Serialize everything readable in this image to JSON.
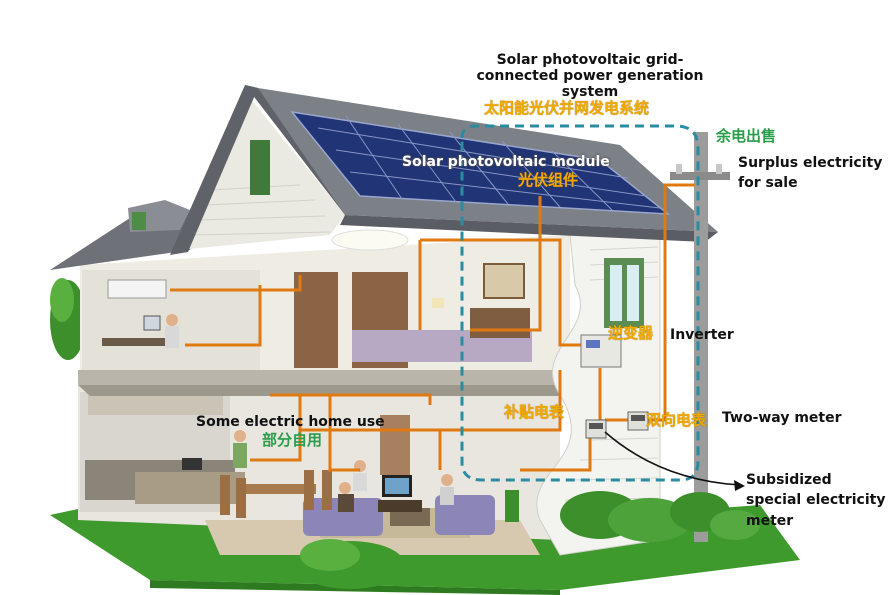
{
  "labels": {
    "system_title_en": "Solar photovoltaic grid-connected power generation system",
    "system_title_zh": "太阳能光伏并网发电系统",
    "module_en": "Solar photovoltaic module",
    "module_zh": "光伏组件",
    "surplus_zh": "余电出售",
    "surplus_en": "Surplus electricity for sale",
    "inverter_zh": "逆变器",
    "inverter_en": "Inverter",
    "subsidy_meter_zh": "补贴电表",
    "twoway_meter_zh": "双向电表",
    "twoway_meter_en": "Two-way meter",
    "home_use_en": "Some electric home use",
    "home_use_zh": "部分自用",
    "subsidized_meter_en": "Subsidized special electricity meter"
  },
  "colors": {
    "wire": "#e07a10",
    "system_boundary": "#2a8ca0",
    "roof": "#777b82",
    "panel": "#2c3e8c",
    "grass": "#3f9a2e",
    "label_zh": "#f2a900",
    "label_zh_green": "#2a9d4a"
  }
}
